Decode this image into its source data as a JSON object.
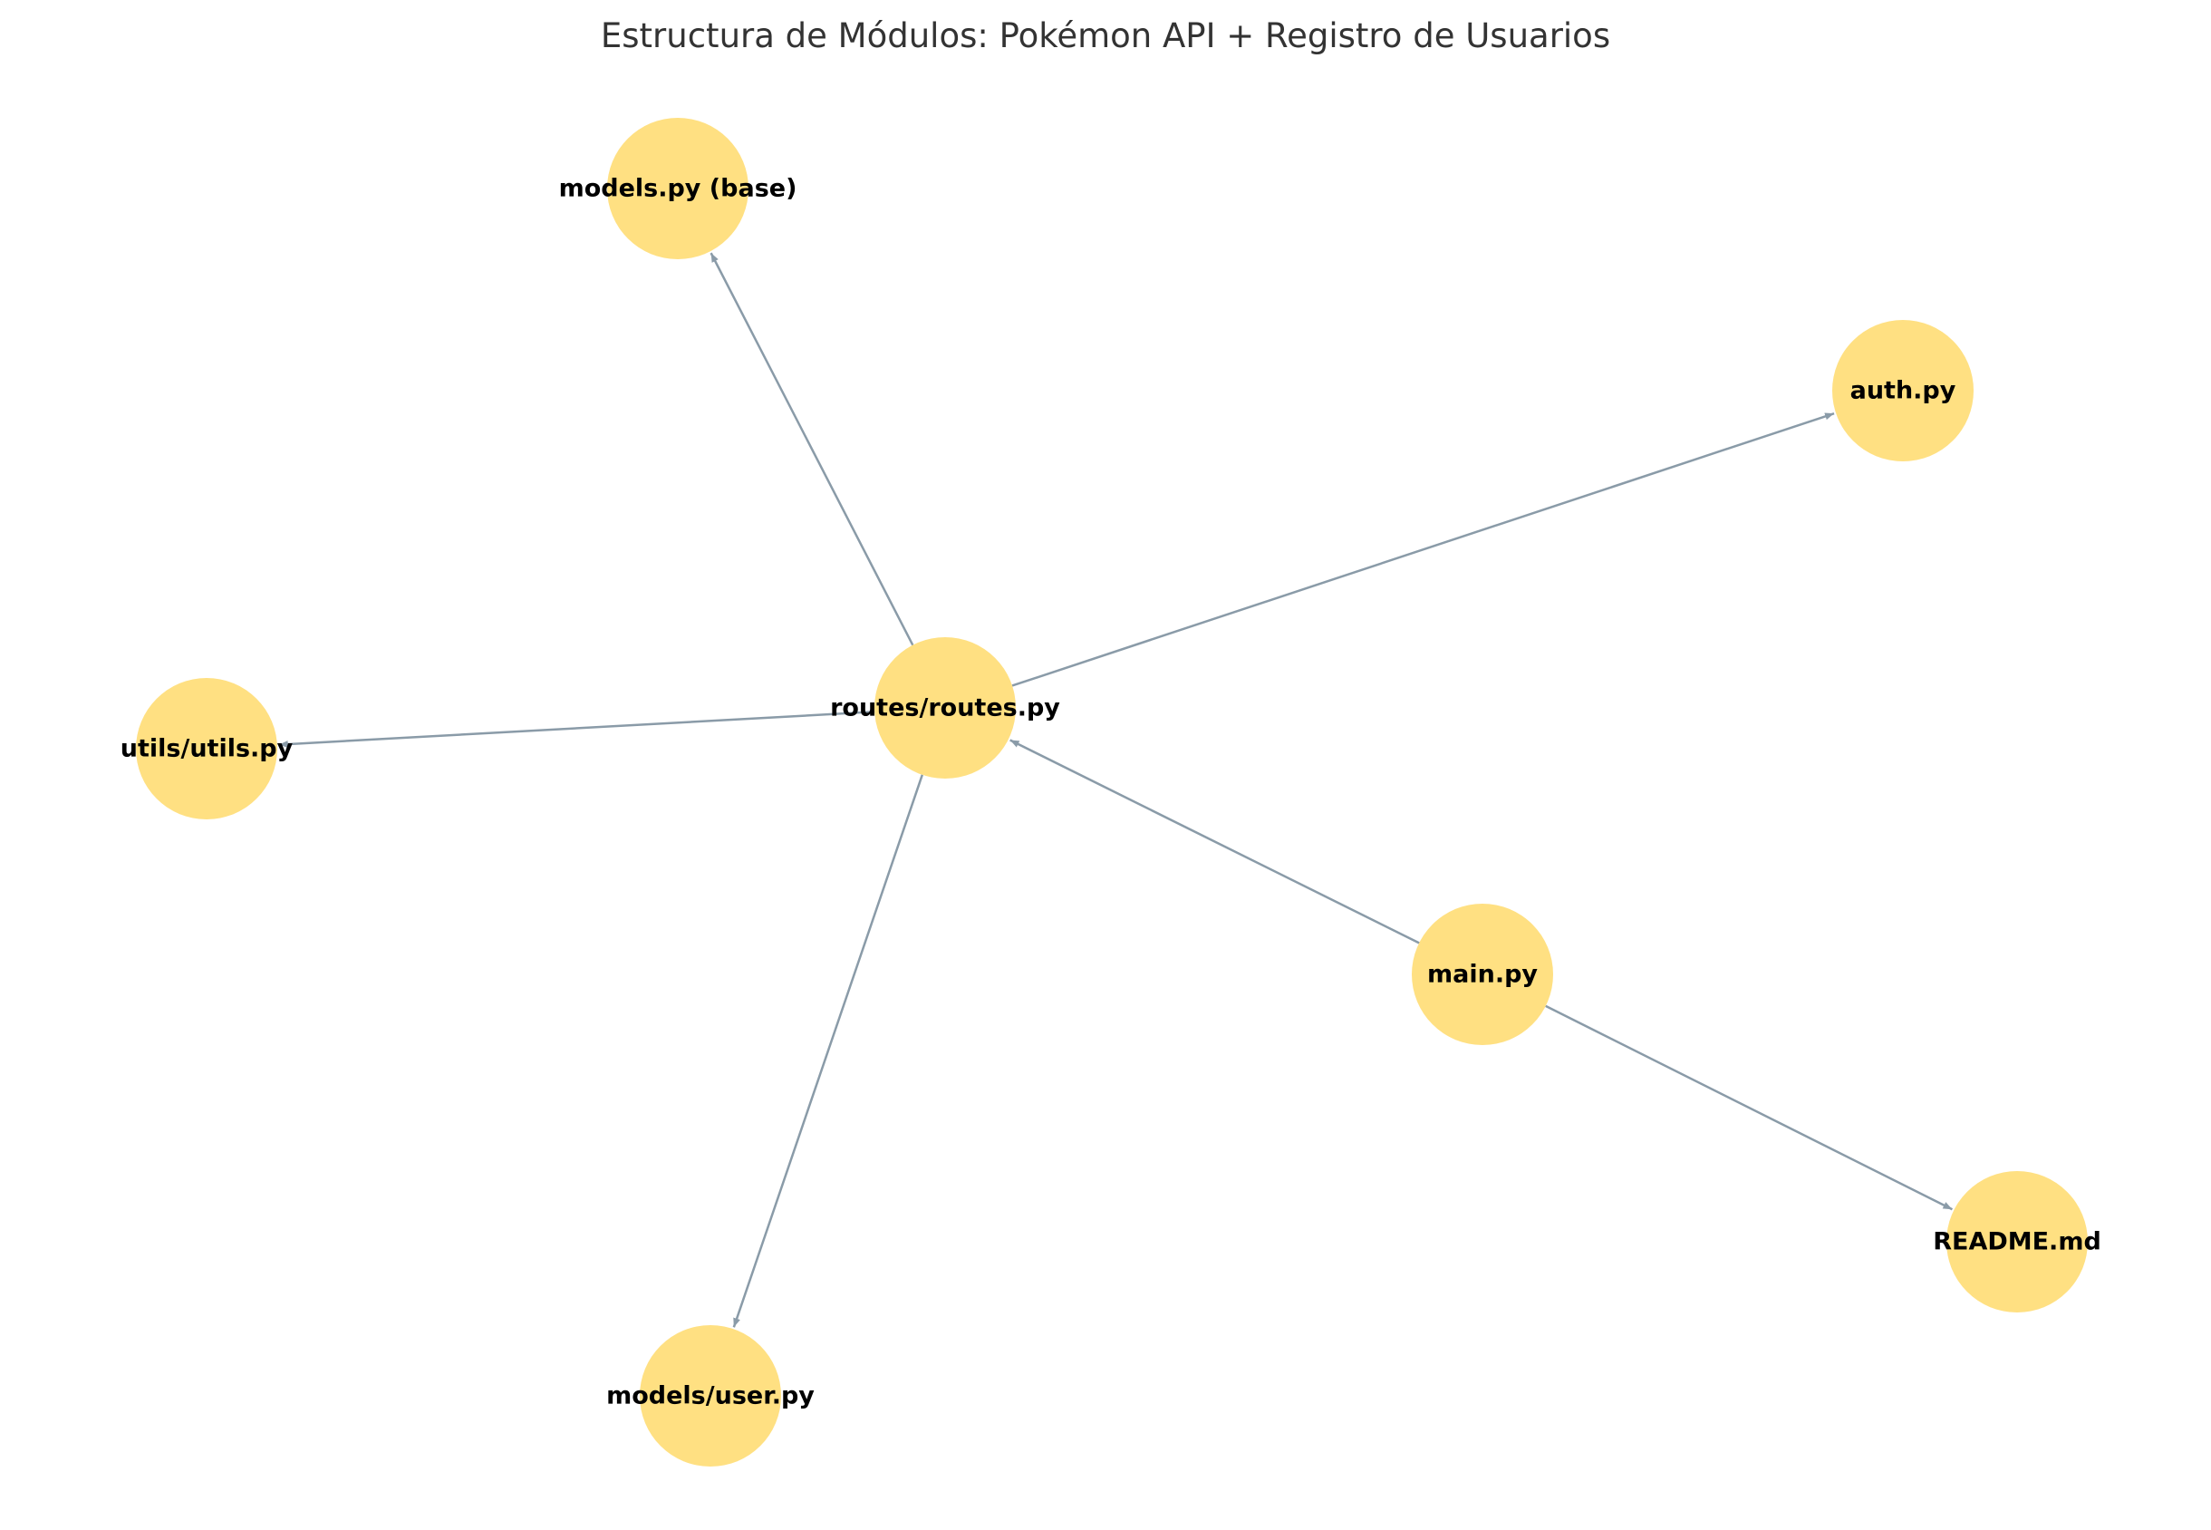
{
  "title": "Estructura de Módulos: Pokémon API + Registro de Usuarios",
  "colors": {
    "node_fill": "#FFE082",
    "edge_stroke": "#8A9BA8",
    "title": "#333333",
    "label": "#000000"
  },
  "nodes": [
    {
      "id": "models_base",
      "label": "models.py (base)"
    },
    {
      "id": "auth",
      "label": "auth.py"
    },
    {
      "id": "routes",
      "label": "routes/routes.py"
    },
    {
      "id": "utils",
      "label": "utils/utils.py"
    },
    {
      "id": "main",
      "label": "main.py"
    },
    {
      "id": "readme",
      "label": "README.md"
    },
    {
      "id": "models_user",
      "label": "models/user.py"
    }
  ],
  "edges": [
    {
      "from": "routes",
      "to": "models_base"
    },
    {
      "from": "routes",
      "to": "auth"
    },
    {
      "from": "routes",
      "to": "utils"
    },
    {
      "from": "routes",
      "to": "models_user"
    },
    {
      "from": "main",
      "to": "routes"
    },
    {
      "from": "main",
      "to": "readme"
    }
  ]
}
